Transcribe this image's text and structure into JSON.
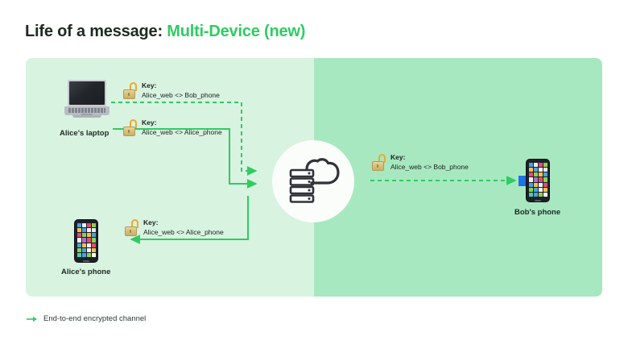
{
  "title": {
    "prefix": "Life of a message: ",
    "accent": "Multi-Device (new)",
    "accent_color": "#2ecc62"
  },
  "panels": {
    "left_color": "#d9f3e1",
    "right_color": "#a8e8c0"
  },
  "devices": {
    "alice_laptop": {
      "label": "Alice's laptop",
      "icon": "laptop-icon"
    },
    "alice_phone": {
      "label": "Alice's phone",
      "icon": "smartphone-icon"
    },
    "bob_phone": {
      "label": "Bob's phone",
      "icon": "smartphone-icon"
    },
    "server": {
      "icon": "cloud-server-icon"
    }
  },
  "keys": [
    {
      "id": "key-laptop-to-bob",
      "icon": "open-padlock-icon",
      "label": "Key:",
      "value": "Alice_web <> Bob_phone"
    },
    {
      "id": "key-laptop-to-alice-phone",
      "icon": "open-padlock-icon",
      "label": "Key:",
      "value": "Alice_web <> Alice_phone"
    },
    {
      "id": "key-server-to-bob",
      "icon": "open-padlock-icon",
      "label": "Key:",
      "value": "Alice_web <> Bob_phone"
    },
    {
      "id": "key-server-to-alice-phone",
      "icon": "open-padlock-icon",
      "label": "Key:",
      "value": "Alice_web <> Alice_phone"
    }
  ],
  "legend": {
    "icon": "arrow-right-icon",
    "text": "End-to-end encrypted channel",
    "color": "#2ecc62"
  },
  "colors": {
    "green_line": "#2ecc62",
    "blue_arrow": "#1a73e8",
    "text_dark": "#17231c"
  }
}
